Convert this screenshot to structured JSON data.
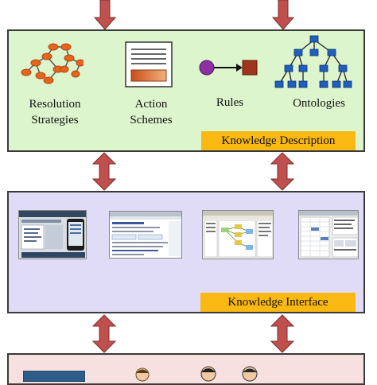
{
  "knowledge_description": {
    "items": [
      {
        "label_line1": "Resolution",
        "label_line2": "Strategies"
      },
      {
        "label_line1": "Action",
        "label_line2": "Schemes"
      },
      {
        "label_line1": "Rules",
        "label_line2": ""
      },
      {
        "label_line1": "Ontologies",
        "label_line2": ""
      }
    ],
    "banner": "Knowledge Description"
  },
  "knowledge_interface": {
    "banner": "Knowledge Interface",
    "screenshots": [
      "mobile-app-screenshot",
      "web-form-screenshot",
      "graph-editor-screenshot",
      "table-editor-screenshot"
    ]
  },
  "colors": {
    "description_panel": "#ddf5cd",
    "interface_panel": "#e0dbf6",
    "bottom_panel": "#f7e0e0",
    "banner": "#f9b812",
    "arrow": "#c0504d",
    "ontology_node": "#1f5fbf",
    "graph_node": "#e8641b"
  }
}
